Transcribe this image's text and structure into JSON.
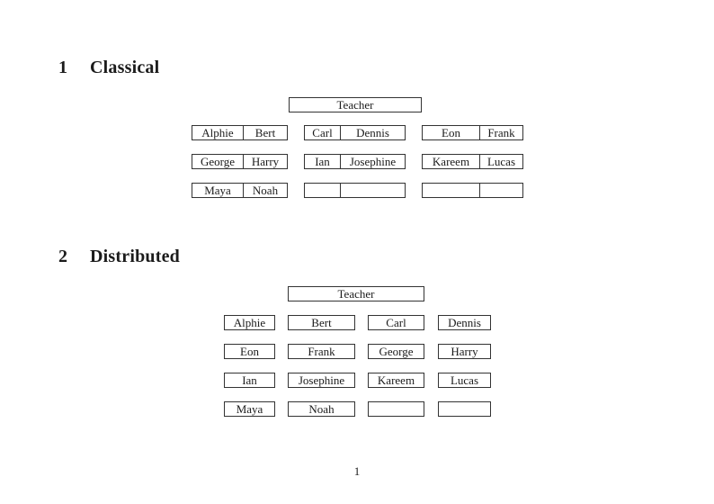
{
  "page": {
    "number": "1"
  },
  "sections": [
    {
      "number": "1",
      "title": "Classical"
    },
    {
      "number": "2",
      "title": "Distributed"
    }
  ],
  "classical": {
    "teacher_label": "Teacher",
    "rows": [
      {
        "desks": [
          {
            "left": "Alphie",
            "right": "Bert"
          },
          {
            "left": "Carl",
            "right": "Dennis"
          },
          {
            "left": "Eon",
            "right": "Frank"
          }
        ]
      },
      {
        "desks": [
          {
            "left": "George",
            "right": "Harry"
          },
          {
            "left": "Ian",
            "right": "Josephine"
          },
          {
            "left": "Kareem",
            "right": "Lucas"
          }
        ]
      },
      {
        "desks": [
          {
            "left": "Maya",
            "right": "Noah"
          },
          {
            "left": "",
            "right": ""
          },
          {
            "left": "",
            "right": ""
          }
        ]
      }
    ]
  },
  "distributed": {
    "teacher_label": "Teacher",
    "rows": [
      {
        "seats": [
          "Alphie",
          "Bert",
          "Carl",
          "Dennis"
        ]
      },
      {
        "seats": [
          "Eon",
          "Frank",
          "George",
          "Harry"
        ]
      },
      {
        "seats": [
          "Ian",
          "Josephine",
          "Kareem",
          "Lucas"
        ]
      },
      {
        "seats": [
          "Maya",
          "Noah",
          "",
          ""
        ]
      }
    ]
  }
}
